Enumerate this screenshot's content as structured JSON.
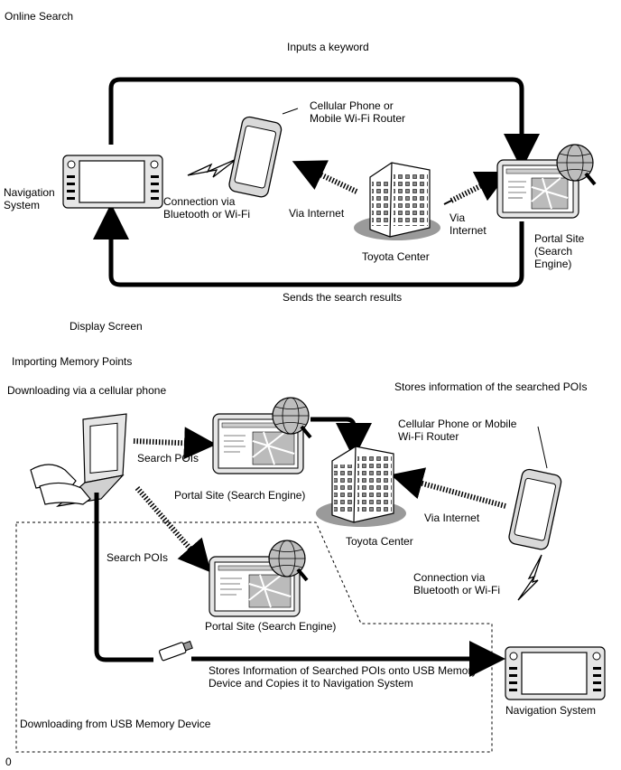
{
  "section1": {
    "title": "Online Search",
    "inputs_keyword": "Inputs a keyword",
    "navigation_system": "Navigation\nSystem",
    "cellular_phone": "Cellular Phone or\nMobile Wi-Fi Router",
    "connection": "Connection via\nBluetooth or Wi-Fi",
    "via_internet_left": "Via Internet",
    "via_internet_right": "Via\nInternet",
    "toyota_center": "Toyota Center",
    "portal_site": "Portal Site\n(Search\nEngine)",
    "sends_results": "Sends the search results",
    "display_screen": "Display Screen"
  },
  "section2": {
    "title": "Importing Memory Points",
    "downloading_phone": "Downloading via a cellular phone",
    "stores_info": "Stores information of the searched POIs",
    "search_pois_top": "Search POIs",
    "portal_site_top": "Portal Site (Search Engine)",
    "cellular_phone": "Cellular Phone or Mobile\nWi-Fi Router",
    "via_internet": "Via Internet",
    "toyota_center": "Toyota Center",
    "search_pois_bottom": "Search POIs",
    "portal_site_bottom": "Portal Site (Search Engine)",
    "connection": "Connection via\nBluetooth or Wi-Fi",
    "stores_usb": "Stores Information of Searched POIs onto USB Memory\nDevice and Copies it to Navigation System",
    "downloading_usb": "Downloading from USB Memory Device",
    "navigation_system": "Navigation System"
  },
  "figure_code": "0"
}
